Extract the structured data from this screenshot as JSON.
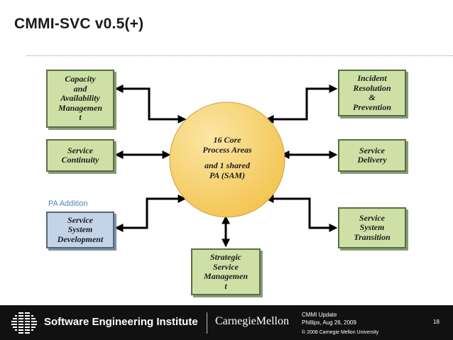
{
  "slide": {
    "title": "CMMI-SVC v0.5(+)",
    "pa_addition_label": "PA  Addition",
    "center": {
      "line1": "16 Core",
      "line2": "Process Areas",
      "line3": "and 1 shared",
      "line4": "PA (SAM)"
    },
    "boxes": {
      "capacity": [
        "Capacity",
        "and",
        "Availability",
        "Managemen",
        "t"
      ],
      "continuity": [
        "Service",
        "Continuity"
      ],
      "development": [
        "Service",
        "System",
        "Development"
      ],
      "strategic": [
        "Strategic",
        "Service",
        "Managemen",
        "t"
      ],
      "incident": [
        "Incident",
        "Resolution",
        "&",
        "Prevention"
      ],
      "delivery": [
        "Service",
        "Delivery"
      ],
      "transition": [
        "Service",
        "System",
        "Transition"
      ]
    },
    "colors": {
      "box_green": "#cfe0a6",
      "box_blue": "#c3d3e8",
      "circle": "#f6cf63",
      "pa_label": "#4f81bd"
    }
  },
  "footer": {
    "org": "Software Engineering Institute",
    "university": "CarnegieMellon",
    "line1": "CMMI   Update",
    "line2": "Phillips, Aug 26, 2009",
    "copyright": "© 2008 Carnegie Mellon University",
    "page": "18"
  }
}
